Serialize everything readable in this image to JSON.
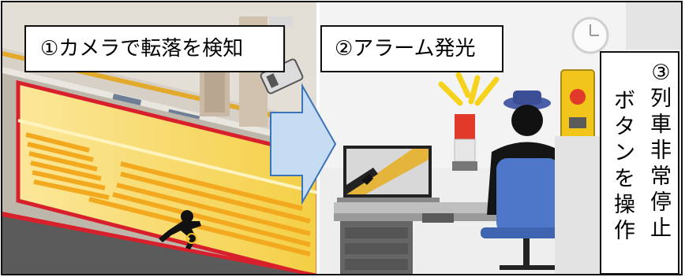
{
  "steps": {
    "step1": {
      "text": "①カメラで転落を検知"
    },
    "step2": {
      "text": "②アラーム発光"
    },
    "step3": {
      "line1": [
        "③",
        "列",
        "車",
        "非",
        "常",
        "停",
        "止"
      ],
      "line2": [
        "ボ",
        "タ",
        "ン",
        "を",
        "操",
        "作"
      ]
    }
  },
  "colors": {
    "track_yellow": "#f6d654",
    "track_stripe": "#f2a91e",
    "track_border": "#d8202c",
    "arrow_fill": "#c5dcf3",
    "arrow_stroke": "#3a73b8",
    "uniform": "#4a5fa8",
    "chair": "#4e77c9",
    "alarm_red": "#e23a2a",
    "alarm_rays": "#f5d31c"
  },
  "icons": [
    "camera-icon",
    "falling-person-icon",
    "arrow-right-icon",
    "alarm-lamp-icon",
    "emergency-stop-button-icon",
    "clock-icon",
    "laptop-icon",
    "station-staff-icon"
  ]
}
